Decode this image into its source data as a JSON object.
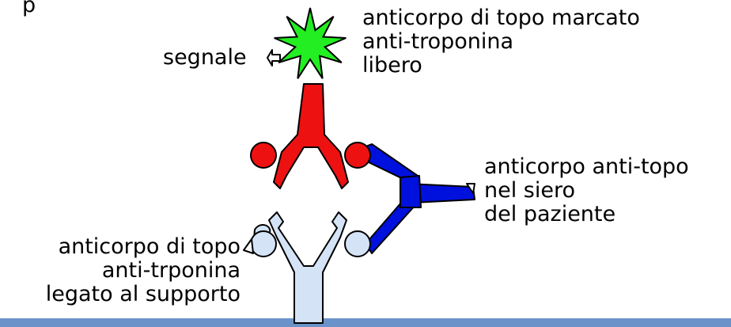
{
  "labels": {
    "top_left_fragment": "p",
    "signal": "segnale",
    "labeled_antibody": [
      "anticorpo di topo marcato",
      "anti-troponina",
      "libero"
    ],
    "anti_mouse_antibody": [
      "anticorpo anti-topo",
      "nel siero",
      "del paziente"
    ],
    "bound_antibody": [
      "anticorpo di topo",
      "anti-trponina",
      "legato al supporto"
    ]
  },
  "colors": {
    "signal": "#22ee22",
    "labeled_antibody": "#ee1111",
    "anti_mouse_antibody": "#0011dd",
    "bound_antibody": "#d5e3f7",
    "support": "#6b93c9"
  }
}
